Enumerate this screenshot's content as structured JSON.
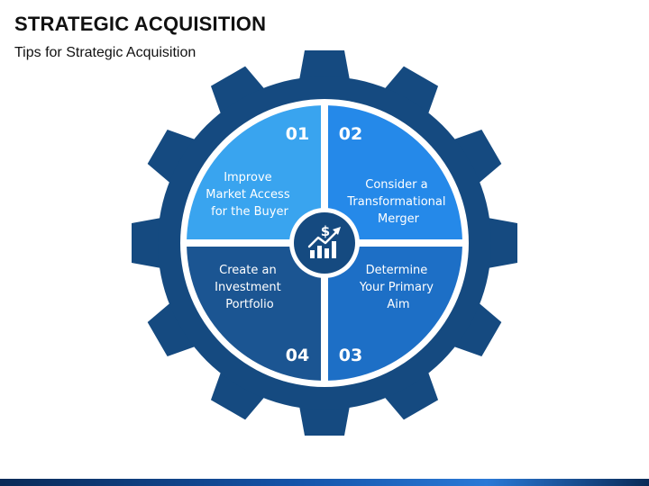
{
  "title": "STRATEGIC ACQUISITION",
  "subtitle": "Tips for Strategic Acquisition",
  "center_icon": "finance-growth-icon",
  "colors": {
    "gear": "#154a80",
    "seg_01": "#39a4ef",
    "seg_02": "#2589e9",
    "seg_03": "#1d6fc6",
    "seg_04": "#1b5592"
  },
  "segments": [
    {
      "number": "01",
      "lines": [
        "Improve",
        "Market Access",
        "for the Buyer"
      ]
    },
    {
      "number": "02",
      "lines": [
        "Consider a",
        "Transformational",
        "Merger"
      ]
    },
    {
      "number": "03",
      "lines": [
        "Determine",
        "Your Primary",
        "Aim"
      ]
    },
    {
      "number": "04",
      "lines": [
        "Create an",
        "Investment",
        "Portfolio"
      ]
    }
  ]
}
